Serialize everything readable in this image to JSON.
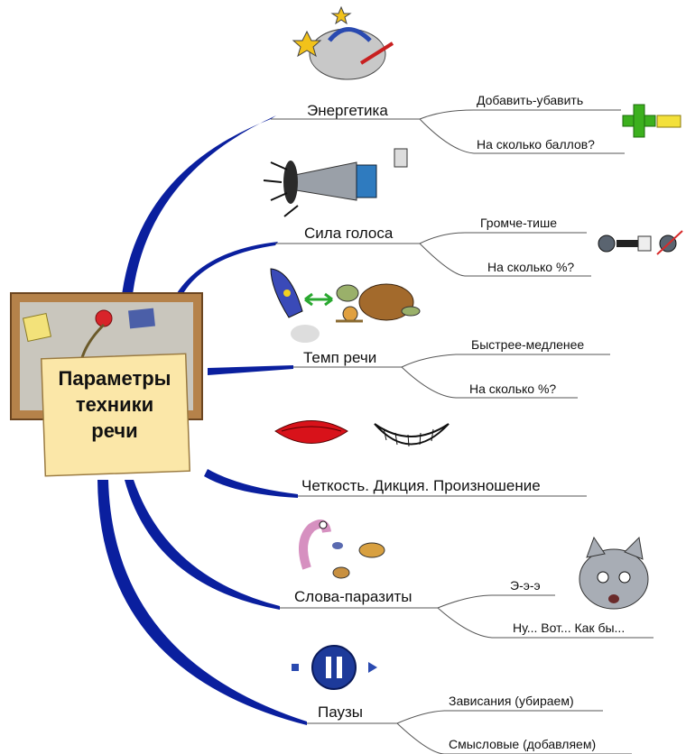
{
  "central": {
    "line1": "Параметры",
    "line2": "техники",
    "line3": "речи"
  },
  "branches": [
    {
      "label": "Энергетика",
      "subs": [
        "Добавить-убавить",
        "На сколько баллов?"
      ]
    },
    {
      "label": "Сила голоса",
      "subs": [
        "Громче-тише",
        "На сколько %?"
      ]
    },
    {
      "label": "Темп речи",
      "subs": [
        "Быстрее-медленее",
        "На сколько %?"
      ]
    },
    {
      "label": "Четкость. Дикция. Произношение",
      "subs": []
    },
    {
      "label": "Слова-паразиты",
      "subs": [
        "Э-э-э",
        "Ну... Вот... Как бы..."
      ]
    },
    {
      "label": "Паузы",
      "subs": [
        "Зависания (убираем)",
        "Смысловые (добавляем)"
      ]
    }
  ],
  "colors": {
    "branch": "#0a1f9e",
    "line": "#555555",
    "board": "#b5824a",
    "card": "#fbe7a8"
  },
  "icons": [
    "explosion-icon",
    "plus-icon",
    "minus-icon",
    "megaphone-icon",
    "volume-icon",
    "rocket-icon",
    "turtle-icon",
    "snail-icon",
    "lips-icon",
    "smile-icon",
    "worm-icon",
    "insects-icon",
    "cat-icon",
    "pause-icon"
  ]
}
